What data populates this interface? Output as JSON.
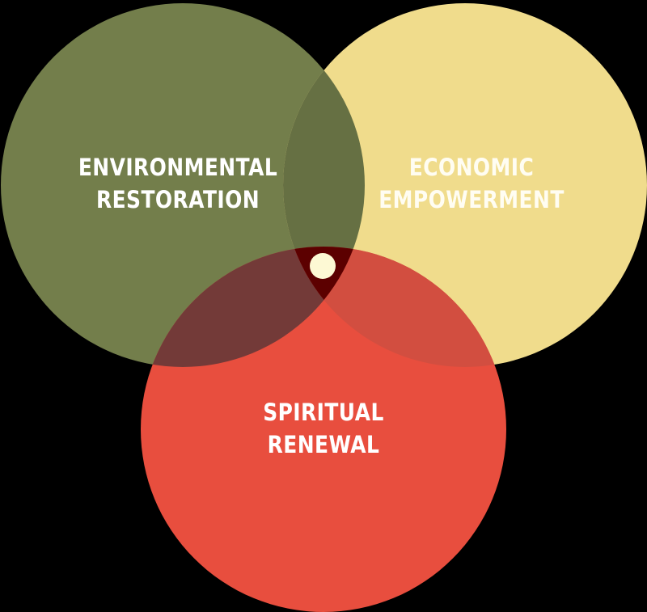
{
  "diagram": {
    "type": "venn",
    "sets": [
      {
        "id": "environmental",
        "label_line1": "ENVIRONMENTAL",
        "label_line2": "RESTORATION",
        "color": "#737E4B",
        "position": "top-left"
      },
      {
        "id": "economic",
        "label_line1": "ECONOMIC",
        "label_line2": "EMPOWERMENT",
        "color": "#F0DC8C",
        "position": "top-right"
      },
      {
        "id": "spiritual",
        "label_line1": "SPIRITUAL",
        "label_line2": "RENEWAL",
        "color": "#E84E3E",
        "position": "bottom"
      }
    ],
    "intersections": {
      "environmental_economic": "#667043",
      "environmental_spiritual": "#733A38",
      "economic_spiritual": "#D24E40",
      "all_three": "#5C0000"
    },
    "center_marker": {
      "shape": "dot",
      "color": "#FDF9D4"
    },
    "background": "#000000"
  }
}
